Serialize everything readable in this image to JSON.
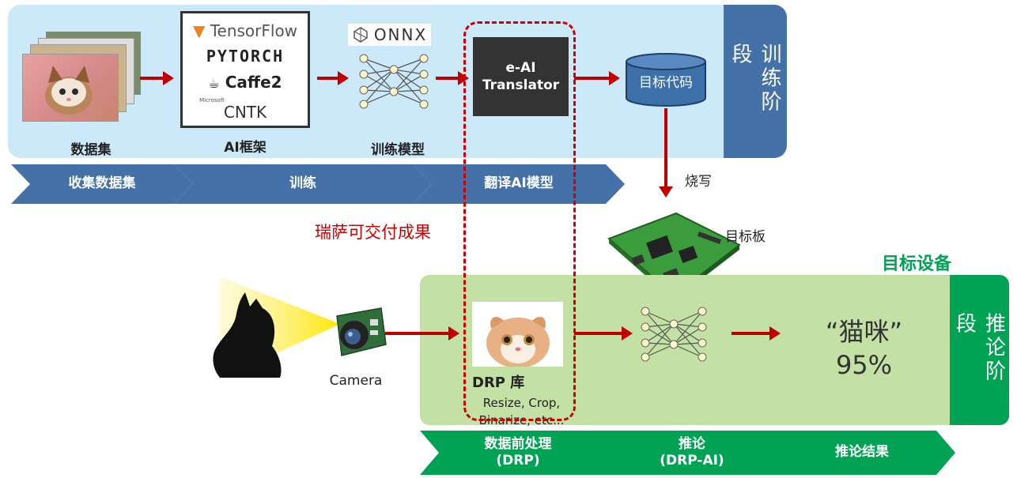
{
  "training": {
    "side_label": "训练阶段",
    "dataset_label": "数据集",
    "framework_label": "AI框架",
    "frameworks": [
      "TensorFlow",
      "PYTORCH",
      "Caffe2",
      "Microsoft",
      "CNTK"
    ],
    "onnx_label": "ONNX",
    "model_label": "训练模型",
    "translator_line1": "e-AI",
    "translator_line2": "Translator",
    "target_code_label": "目标代码"
  },
  "training_steps": [
    "收集数据集",
    "训练",
    "翻译AI模型"
  ],
  "flash_label": "烧写",
  "board_label": "目标板",
  "deliverable_label": "瑞萨可交付成果",
  "target_device_label": "目标设备",
  "inference": {
    "side_label": "推论阶段",
    "camera_label": "Camera",
    "drp_title": "DRP 库",
    "drp_desc_line1": "Resize, Crop,",
    "drp_desc_line2": "Binarize, etc...",
    "result_label": "“猫咪”",
    "result_value": "95%"
  },
  "inference_steps": [
    {
      "line1": "数据前处理",
      "line2": "(DRP)"
    },
    {
      "line1": "推论",
      "line2": "(DRP-AI)"
    },
    {
      "line1": "推论结果",
      "line2": ""
    }
  ],
  "colors": {
    "training_bg": "#cce9f9",
    "training_accent": "#4472a8",
    "inference_bg": "#c3e1a4",
    "inference_accent": "#00a353",
    "arrow": "#c00000"
  }
}
